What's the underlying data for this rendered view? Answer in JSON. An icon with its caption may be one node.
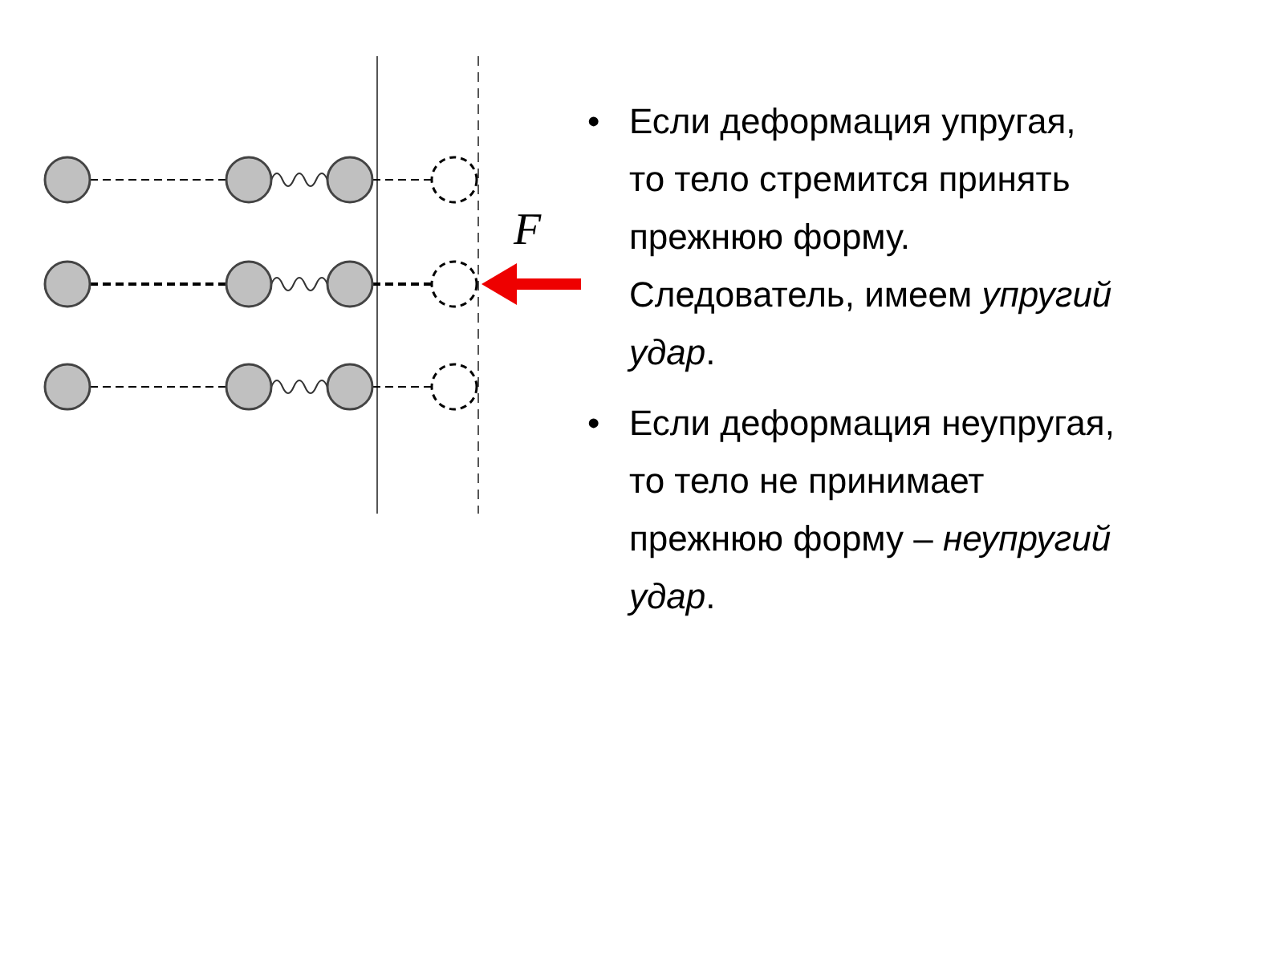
{
  "diagram": {
    "labels": [
      "F",
      "•",
      "Если деформация упругая, то тело стремится принять прежнюю форму. Следователь, имеем *упругий удар*.",
      "•",
      "Если деформация неупругая, то тело не принимает прежнюю форму – *неупругий удар*."
    ]
  }
}
